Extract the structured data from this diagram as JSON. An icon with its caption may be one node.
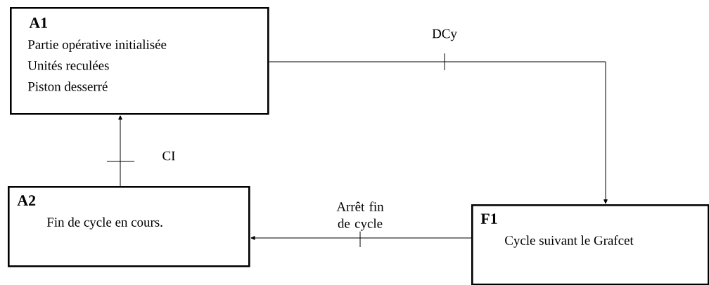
{
  "diagram": {
    "nodes": [
      {
        "text": [
          "A1",
          "Partie opérative initialisée",
          "Unités reculées",
          "Piston desserré"
        ]
      },
      {
        "text": [
          "A2",
          "Fin de cycle en cours."
        ]
      },
      {
        "text": [
          "F1",
          "Cycle suivant le Grafcet"
        ]
      }
    ],
    "edges": [
      {
        "from": 0,
        "to": 2,
        "arrow": "to",
        "label": "DCy"
      },
      {
        "from": 2,
        "to": 1,
        "arrow": "to",
        "label": "Arrêt fin de cycle"
      },
      {
        "from": 1,
        "to": 0,
        "arrow": "to",
        "label": "CI"
      }
    ]
  }
}
